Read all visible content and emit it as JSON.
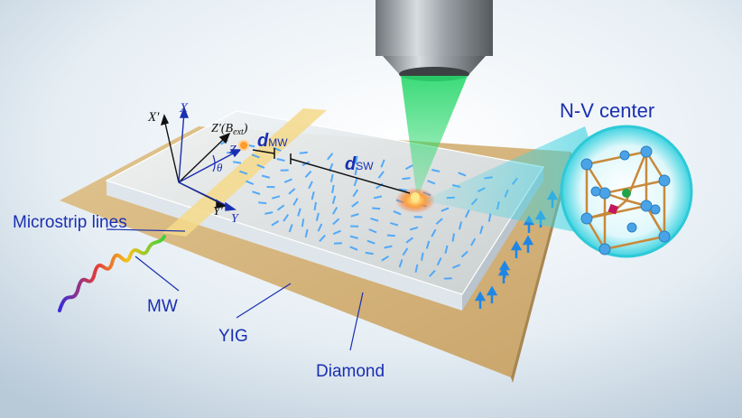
{
  "labels": {
    "nv_center": "N-V center",
    "microstrip": "Microstrip lines",
    "mw": "MW",
    "yig": "YIG",
    "diamond": "Diamond",
    "d_mw_main": "d",
    "d_mw_sub": "MW",
    "d_sw_main": "d",
    "d_sw_sub": "SW"
  },
  "axes": {
    "x_prime": "X′",
    "x": "X",
    "z_prime_main": "Z′(B",
    "z_prime_sub": "ext",
    "z_prime_close": ")",
    "z": "Z",
    "theta": "θ",
    "y_prime": "Y′",
    "y": "Y"
  },
  "colors": {
    "label_blue": "#1a2fb0",
    "yig": "#d2b27e",
    "laser_green": "#27d86a",
    "spin_arrow": "#3aa0ff",
    "lattice_atom": "#4aa3e6",
    "lattice_bond": "#c8893a",
    "nv_nitrogen": "#c2185b",
    "nv_vacancy": "#22a34a"
  }
}
